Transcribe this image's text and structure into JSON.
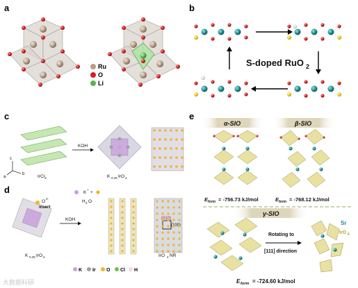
{
  "panels": {
    "a": {
      "label": "a",
      "legend": [
        {
          "text": "Ru",
          "color": "#b79e86"
        },
        {
          "text": "O",
          "color": "#d61f1f"
        },
        {
          "text": "Li",
          "color": "#55b548"
        }
      ]
    },
    "b": {
      "label": "b",
      "center_text": "S-doped RuO",
      "center_sub": "2"
    },
    "c": {
      "label": "c",
      "reagent": "KOH",
      "caption_left": "IrCl",
      "caption_left_sub": "3",
      "caption_right": "K",
      "caption_right_sub": "0.25",
      "caption_right_tail": "IrO",
      "caption_right_tail_sub": "2",
      "axes": [
        "a",
        "b",
        "c"
      ]
    },
    "d": {
      "label": "d",
      "insert": "insert",
      "ion": "O",
      "ion_sup": "2-",
      "reagent": "KOH",
      "product": "K",
      "product_sup": "+",
      "product_plus": "+",
      "water": "H",
      "water_sub": "2",
      "water_tail": "O",
      "caption_left": "K",
      "caption_left_sub": "0.25",
      "caption_left_tail": "IrO",
      "caption_left_tail_sub": "2",
      "caption_right": "IrO",
      "caption_right_sub": "2",
      "caption_right_tail": "NR",
      "facet_1": "(010)",
      "facet_2": "(100)",
      "legend": [
        {
          "text": "K",
          "color": "#c9a0dc"
        },
        {
          "text": "Ir",
          "color": "#9aa0a8"
        },
        {
          "text": "O",
          "color": "#f2b428"
        },
        {
          "text": "Cl",
          "color": "#6cc24a"
        },
        {
          "text": "H",
          "color": "#f3d8ea"
        }
      ]
    },
    "e": {
      "label": "e",
      "alpha": {
        "title": "α-SIO",
        "e_label": "E",
        "e_sub": "form",
        "value": "= -756.73 kJ/mol"
      },
      "beta": {
        "title": "β-SIO",
        "e_label": "E",
        "e_sub": "form",
        "value": "= -768.12 kJ/mol"
      },
      "gamma": {
        "title": "γ-SIO",
        "e_label": "E",
        "e_sub": "form",
        "value": "= -724.60 kJ/mol"
      },
      "rotate_line1": "Rotating to",
      "rotate_line2": "[111] direction",
      "sr": "Sr",
      "iro": "IrO",
      "iro_sub": "6"
    }
  },
  "watermark": "大数据科研"
}
